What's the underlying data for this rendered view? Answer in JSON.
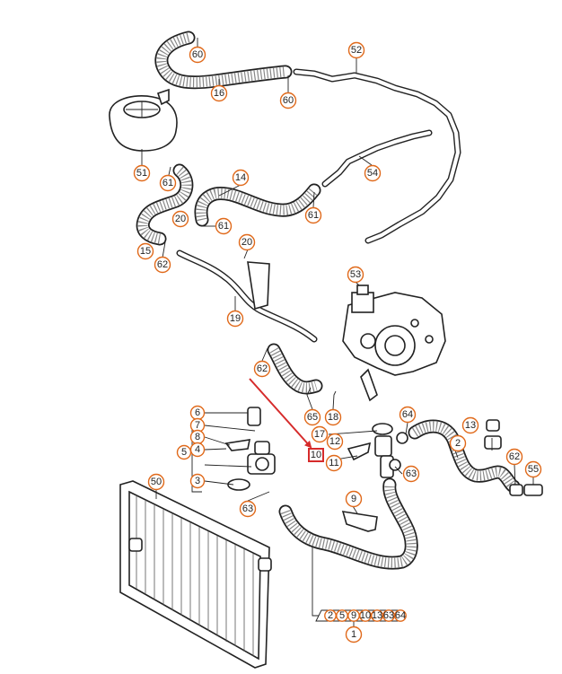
{
  "callouts": {
    "c60a": "60",
    "c60b": "60",
    "c16": "16",
    "c52": "52",
    "c51": "51",
    "c61a": "61",
    "c61b": "61",
    "c61c": "61",
    "c14": "14",
    "c54": "54",
    "c20a": "20",
    "c20b": "20",
    "c15": "15",
    "c62a": "62",
    "c62b": "62",
    "c62c": "62",
    "c19": "19",
    "c53": "53",
    "c65": "65",
    "c18": "18",
    "c17": "17",
    "c12": "12",
    "c11": "11",
    "c10": "10",
    "c64": "64",
    "c63a": "63",
    "c63b": "63",
    "c2": "2",
    "c13": "13",
    "c55": "55",
    "c6": "6",
    "c7": "7",
    "c8": "8",
    "c4": "4",
    "c5": "5",
    "c3": "3",
    "c50": "50",
    "c9": "9",
    "c1": "1"
  },
  "reference_list": {
    "items": [
      "2",
      "5",
      "9",
      "10",
      "13",
      "63",
      "64"
    ]
  },
  "highlight": {
    "label": "10",
    "box_color": "#d62b2b",
    "arrow_color": "#d62b2b"
  },
  "colors": {
    "callout_ring": "#e0691a",
    "line": "#222222",
    "hose_texture": "#888888"
  }
}
